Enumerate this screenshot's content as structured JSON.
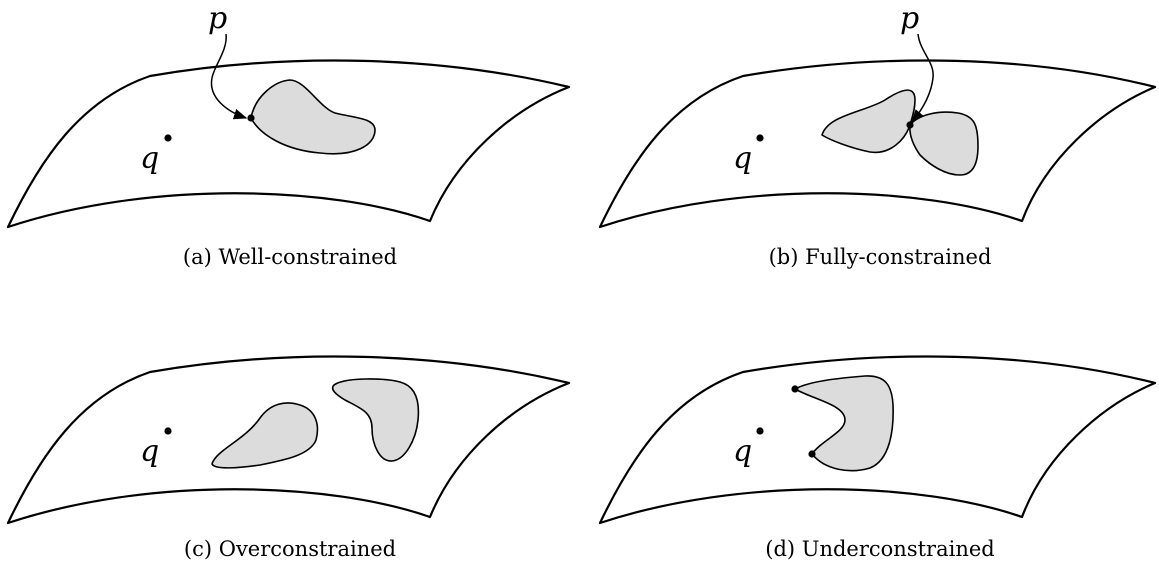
{
  "figure": {
    "colors": {
      "region_fill": "#dcdcdc",
      "stroke": "#000000",
      "background": "#ffffff"
    },
    "panels": [
      {
        "id": "a",
        "caption": "(a) Well-constrained",
        "q_label": "q",
        "p_label": "p"
      },
      {
        "id": "b",
        "caption": "(b) Fully-constrained",
        "q_label": "q",
        "p_label": "p"
      },
      {
        "id": "c",
        "caption": "(c) Overconstrained",
        "q_label": "q"
      },
      {
        "id": "d",
        "caption": "(d) Underconstrained",
        "q_label": "q"
      }
    ]
  }
}
